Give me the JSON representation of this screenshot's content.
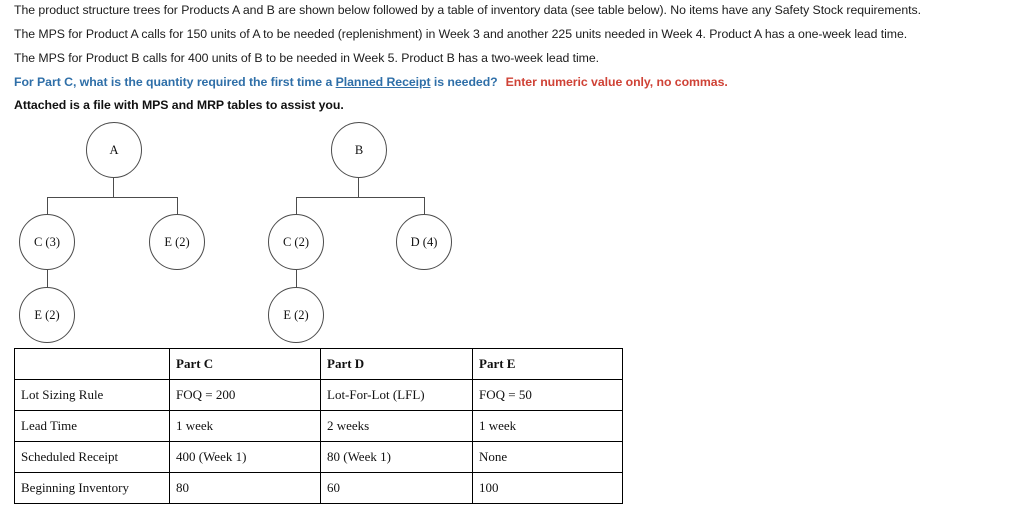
{
  "prose": {
    "paragraphs": [
      "The product structure trees for Products A and B are shown below followed by a table of inventory data (see table below).  No items have any Safety Stock requirements.",
      "The MPS for Product A calls for 150 units of A to be needed (replenishment) in Week 3 and another 225 units needed in Week 4. Product A has a one-week lead time.",
      "The MPS for Product B calls for 400 units of B to be needed in Week 5. Product B has a two-week lead time."
    ],
    "question": {
      "before_link": "For Part C, what is the quantity required the first time a ",
      "link_text": "Planned Receipt",
      "after_link": " is needed?",
      "warning": "Enter numeric value only, no commas.",
      "link_color": "#2f6fa8",
      "text_color": "#2f6fa8",
      "warning_color": "#cf4236"
    },
    "attachment_note": "Attached is a file with MPS and MRP tables to assist you."
  },
  "trees": [
    {
      "name": "product-a-tree",
      "root": "A",
      "children": [
        "C (3)",
        "E (2)"
      ],
      "grandchild": "E (2)"
    },
    {
      "name": "product-b-tree",
      "root": "B",
      "children": [
        "C (2)",
        "D (4)"
      ],
      "grandchild": "E (2)"
    }
  ],
  "tree_nodes": {
    "a_root": "A",
    "a_left": "C (3)",
    "a_right": "E (2)",
    "a_leaf": "E (2)",
    "b_root": "B",
    "b_left": "C (2)",
    "b_right": "D (4)",
    "b_leaf": "E (2)"
  },
  "inventory_table": {
    "headers": [
      "",
      "Part C",
      "Part D",
      "Part E"
    ],
    "rows": [
      {
        "label": "Lot Sizing Rule",
        "part_c": "FOQ = 200",
        "part_d": "Lot-For-Lot (LFL)",
        "part_e": "FOQ = 50"
      },
      {
        "label": "Lead Time",
        "part_c": "1 week",
        "part_d": "2 weeks",
        "part_e": "1 week"
      },
      {
        "label": "Scheduled Receipt",
        "part_c": "400 (Week 1)",
        "part_d": "80 (Week 1)",
        "part_e": "None"
      },
      {
        "label": "Beginning Inventory",
        "part_c": "80",
        "part_d": "60",
        "part_e": "100"
      }
    ]
  }
}
